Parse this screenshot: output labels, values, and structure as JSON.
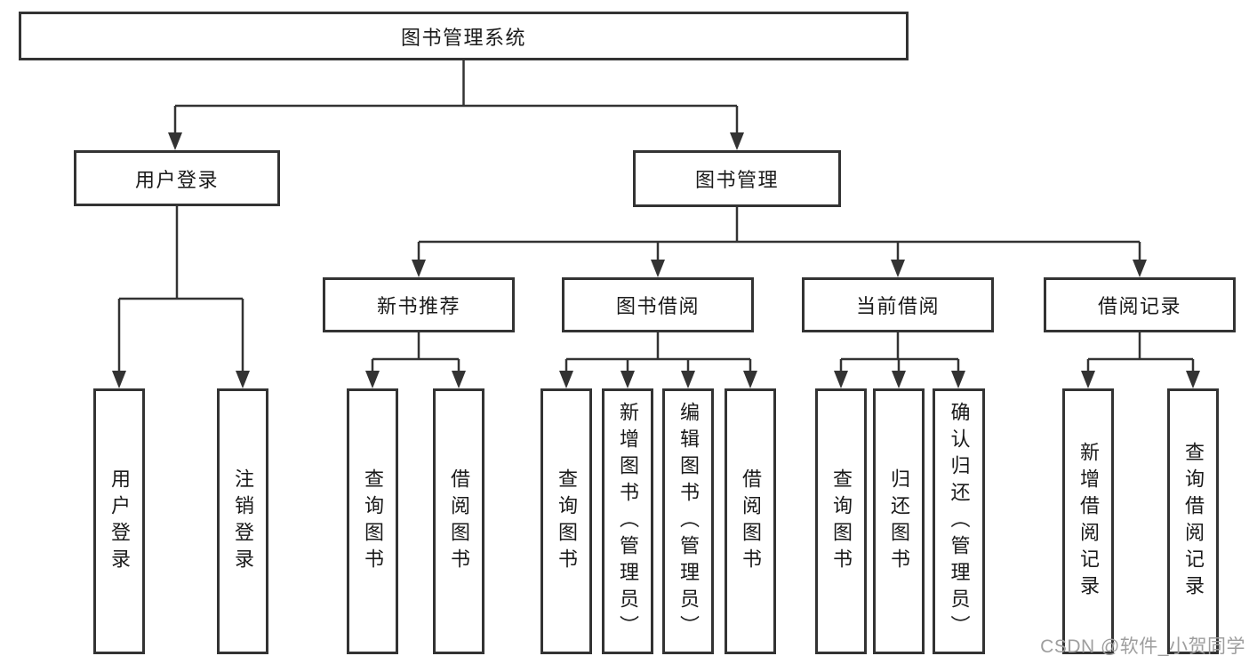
{
  "diagram": {
    "root": {
      "label": "图书管理系统"
    },
    "branches": [
      {
        "label": "用户登录",
        "children": [
          {
            "label": "用户登录"
          },
          {
            "label": "注销登录"
          }
        ]
      },
      {
        "label": "图书管理",
        "children": [
          {
            "label": "新书推荐",
            "children": [
              {
                "label": "查询图书"
              },
              {
                "label": "借阅图书"
              }
            ]
          },
          {
            "label": "图书借阅",
            "children": [
              {
                "label": "查询图书"
              },
              {
                "label": "新增图书（管理员）"
              },
              {
                "label": "编辑图书（管理员）"
              },
              {
                "label": "借阅图书"
              }
            ]
          },
          {
            "label": "当前借阅",
            "children": [
              {
                "label": "查询图书"
              },
              {
                "label": "归还图书"
              },
              {
                "label": "确认归还（管理员）"
              }
            ]
          },
          {
            "label": "借阅记录",
            "children": [
              {
                "label": "新增借阅记录"
              },
              {
                "label": "查询借阅记录"
              }
            ]
          }
        ]
      }
    ],
    "watermark": "CSDN @软件_小贺同学",
    "colors": {
      "line": "#333333",
      "text": "#1a1a1a",
      "box_background": "#ffffff",
      "watermark": "#9e9e9e",
      "background": "#ffffff"
    }
  }
}
